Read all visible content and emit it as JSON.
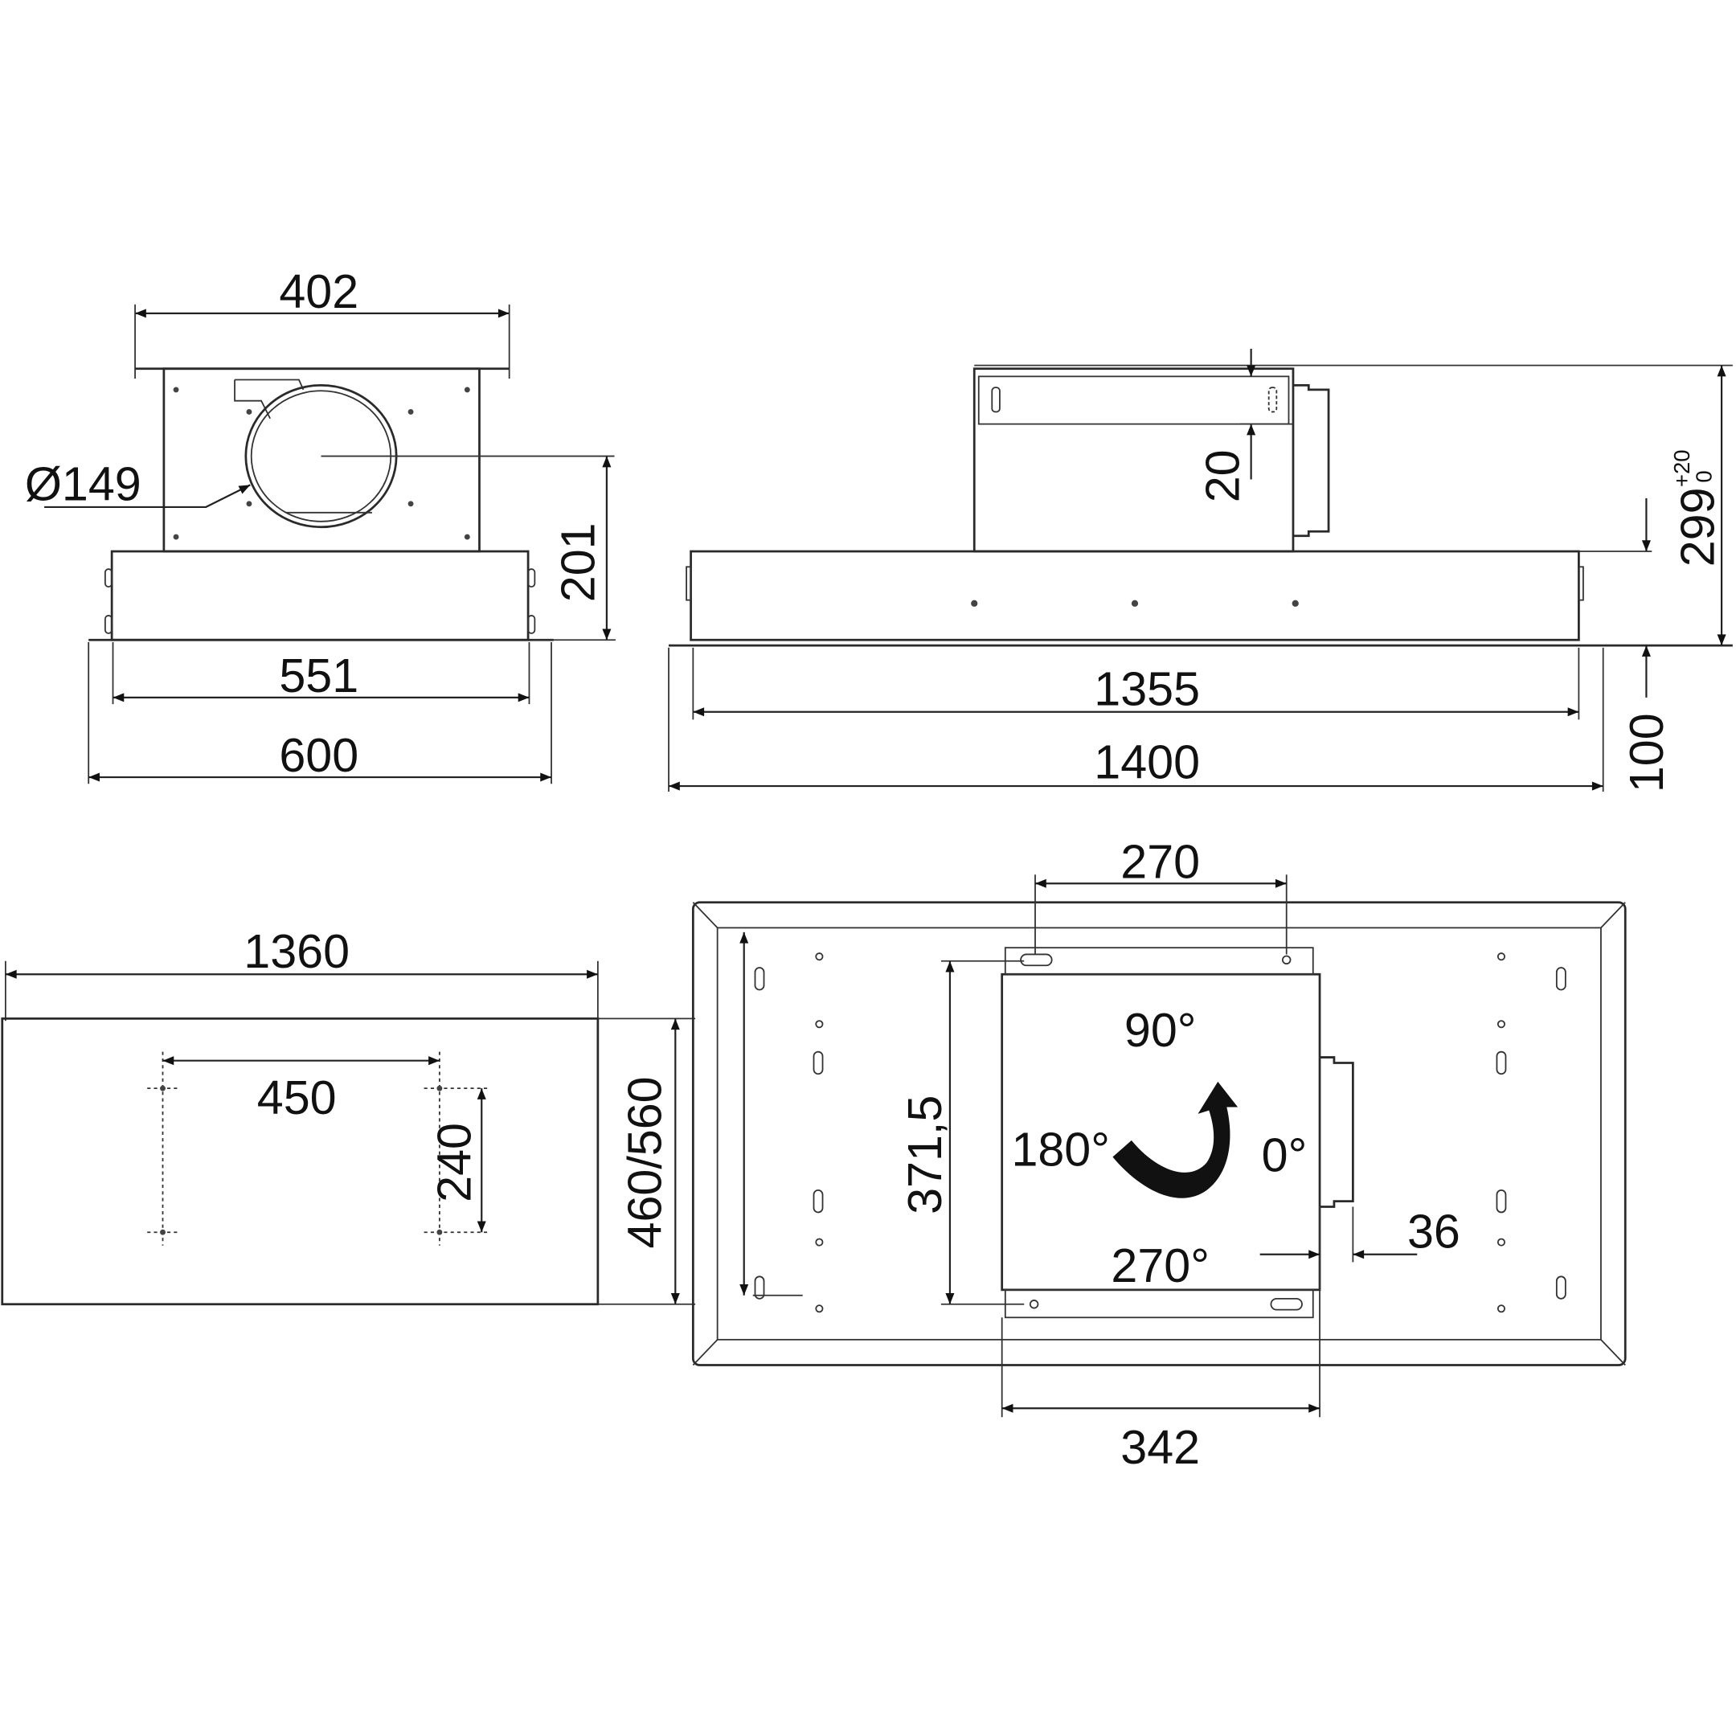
{
  "front_view": {
    "width_top": "402",
    "duct_diameter": "Ø149",
    "height_duct_center": "201",
    "inner_width": "551",
    "overall_width": "600"
  },
  "side_view": {
    "offset": "20",
    "total_height": "299",
    "tolerance_upper": "+20",
    "tolerance_lower": "0",
    "inner_length": "1355",
    "overall_length": "1400",
    "body_height": "100"
  },
  "cutout_view": {
    "cutout_length": "1360",
    "cutout_depth": "460/560",
    "hole_spacing_x": "450",
    "hole_spacing_y": "240"
  },
  "plan_view": {
    "bracket_spacing": "270",
    "motor_width": "342",
    "motor_depth": "371,5",
    "duct_offset": "36",
    "angles": {
      "top": "90°",
      "left": "180°",
      "right": "0°",
      "bottom": "270°"
    }
  }
}
